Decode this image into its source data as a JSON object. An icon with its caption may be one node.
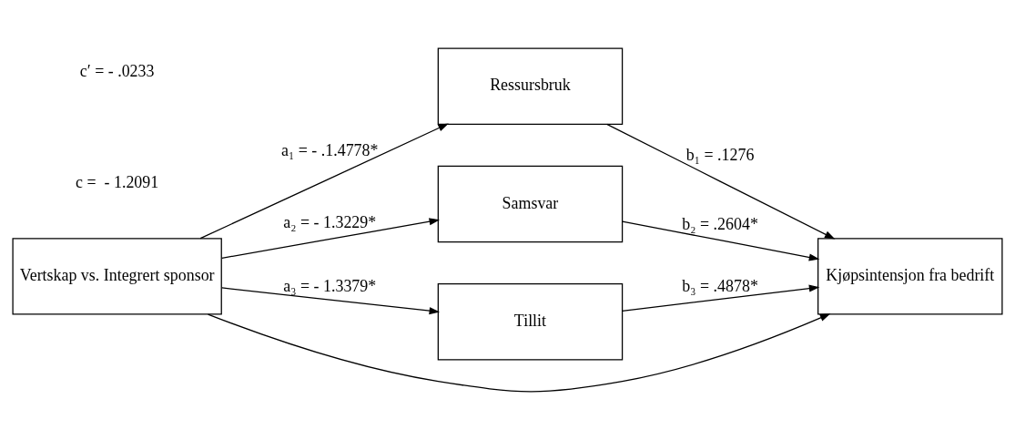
{
  "diagram": {
    "nodes": [
      {
        "text": [
          "Vertskap vs. Integrert sponsor"
        ]
      },
      {
        "text": [
          "Ressursbruk"
        ]
      },
      {
        "text": [
          "Samsvar"
        ]
      },
      {
        "text": [
          "Tillit"
        ]
      },
      {
        "text": [
          "Kjøpsintensjon fra bedrift"
        ]
      }
    ],
    "edges": [
      {
        "from": 0,
        "to": 4,
        "arrow": "to"
      },
      {
        "from": 0,
        "to": 1,
        "arrow": "to",
        "label": "a₁ = - .1.4778*"
      },
      {
        "from": 0,
        "to": 2,
        "arrow": "to",
        "label": "a₂ = - 1.3229*"
      },
      {
        "from": 0,
        "to": 3,
        "arrow": "to",
        "label": "a₃ = - 1.3379*"
      },
      {
        "from": 1,
        "to": 4,
        "arrow": "to",
        "label": "b₁ = .1276"
      },
      {
        "from": 2,
        "to": 4,
        "arrow": "to",
        "label": "b₂ = .2604*"
      },
      {
        "from": 3,
        "to": 4,
        "arrow": "to",
        "label": "b₃ = .4878*"
      }
    ],
    "labels": [
      "c′ = - .0233",
      "c =  - 1.2091"
    ]
  }
}
